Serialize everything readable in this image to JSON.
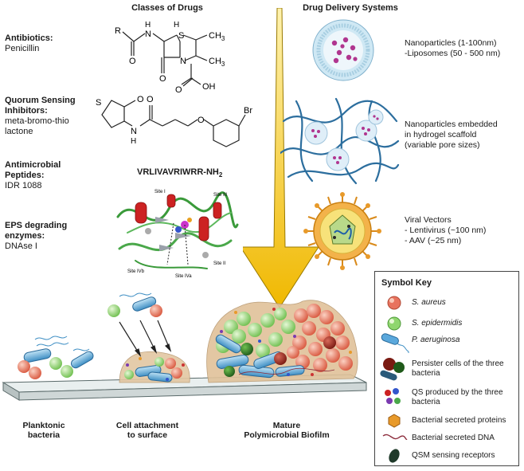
{
  "headers": {
    "classes": "Classes of Drugs",
    "delivery": "Drug Delivery Systems"
  },
  "drug_classes": [
    {
      "title": "Antibiotics:",
      "example": "Penicillin"
    },
    {
      "title": "Quorum Sensing Inhibitors:",
      "example": "meta-bromo-thio lactone"
    },
    {
      "title": "Antimicrobial Peptides:",
      "example": "IDR 1088"
    },
    {
      "title": "EPS degrading enzymes:",
      "example": "DNAse I"
    }
  ],
  "peptide_sequence": "VRLIVAVRIWRR-NH",
  "peptide_subscript": "2",
  "molecule_labels": {
    "R": "R",
    "H": "H",
    "N": "N",
    "S": "S",
    "O": "O",
    "CH3": "CH",
    "CH3_sub": "3",
    "OH": "OH",
    "Br": "Br"
  },
  "enzyme_sites": [
    "Site I",
    "Site III",
    "Site IVb",
    "Site IVa",
    "Site II"
  ],
  "delivery_systems": [
    {
      "lines": [
        "Nanoparticles (1-100nm)",
        "-Liposomes (50 - 500 nm)"
      ]
    },
    {
      "lines": [
        "Nanoparticles embedded",
        "in hydrogel scaffold",
        "(variable pore sizes)"
      ]
    },
    {
      "lines": [
        "Viral Vectors",
        "- Lentivirus (~100 nm)",
        "- AAV (~25 nm)"
      ]
    }
  ],
  "stages": [
    {
      "lines": [
        "Planktonic",
        "bacteria"
      ]
    },
    {
      "lines": [
        "Cell attachment",
        "to surface"
      ]
    },
    {
      "lines": [
        "Mature",
        "Polymicrobial Biofilm"
      ]
    }
  ],
  "symbol_key": {
    "title": "Symbol Key",
    "items": [
      {
        "label": "S. aureus",
        "italic": true
      },
      {
        "label": "S. epidermidis",
        "italic": true
      },
      {
        "label": "P. aeruginosa",
        "italic": true
      },
      {
        "label": "Persister cells of the three bacteria",
        "italic": false
      },
      {
        "label": "QS produced by the three bacteria",
        "italic": false
      },
      {
        "label": "Bacterial secreted proteins",
        "italic": false
      },
      {
        "label": "Bacterial secreted DNA",
        "italic": false
      },
      {
        "label": "QSM sensing receptors",
        "italic": false
      }
    ]
  },
  "colors": {
    "arrow": "#f2c200",
    "aureus": "#e8735e",
    "epidermidis": "#8fd66e",
    "aeruginosa": "#5aa8dc",
    "biofilm": "#d9b48a",
    "surface": "#dfe6e6"
  }
}
